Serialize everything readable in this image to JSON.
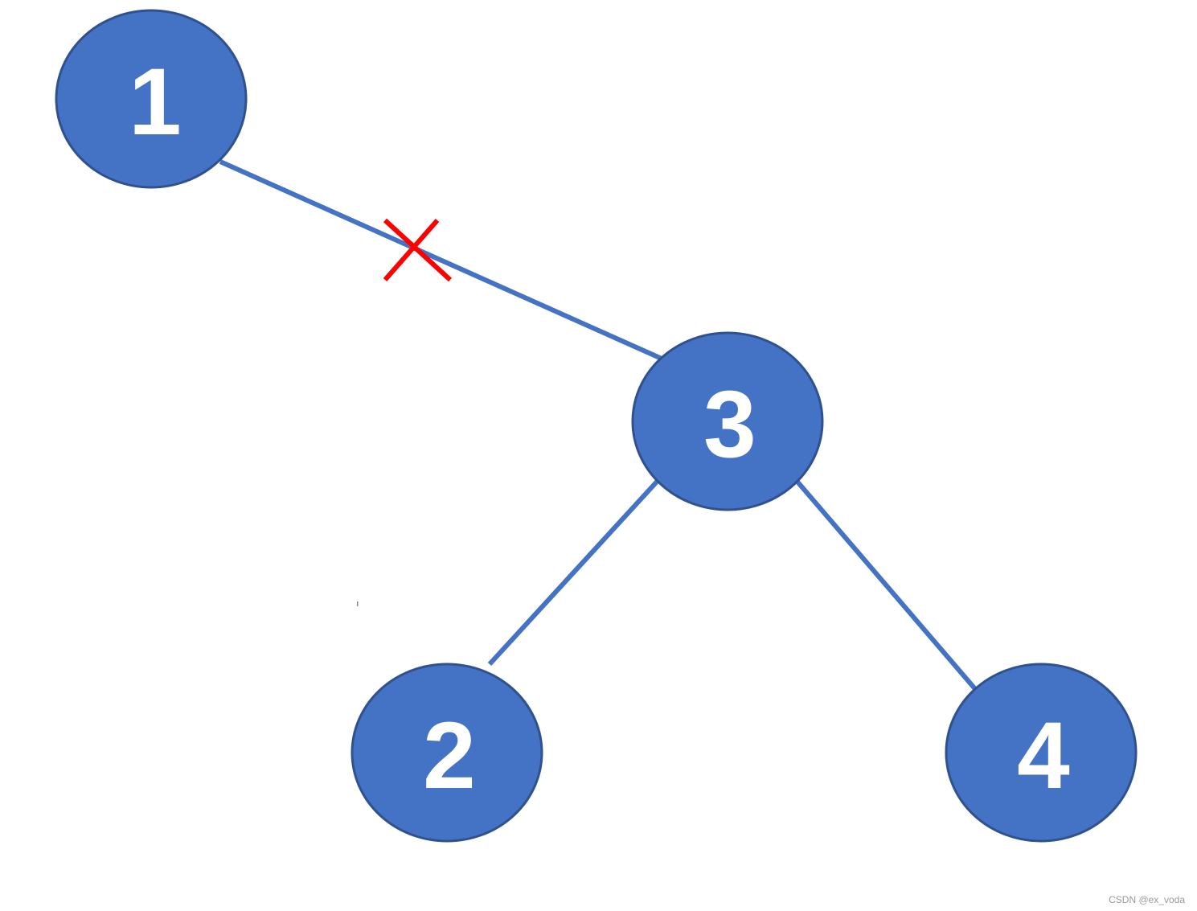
{
  "diagram": {
    "colors": {
      "node_fill": "#4472C4",
      "node_stroke": "#2F528F",
      "edge": "#4472C4",
      "cut_mark": "#FF0000",
      "label": "#FFFFFF"
    },
    "nodes": [
      {
        "id": "n1",
        "label": "1"
      },
      {
        "id": "n3",
        "label": "3"
      },
      {
        "id": "n2",
        "label": "2"
      },
      {
        "id": "n4",
        "label": "4"
      }
    ],
    "edges": [
      {
        "from": "1",
        "to": "3",
        "cut": true
      },
      {
        "from": "3",
        "to": "2",
        "cut": false
      },
      {
        "from": "3",
        "to": "4",
        "cut": false
      }
    ]
  },
  "watermark": "CSDN @ex_voda"
}
